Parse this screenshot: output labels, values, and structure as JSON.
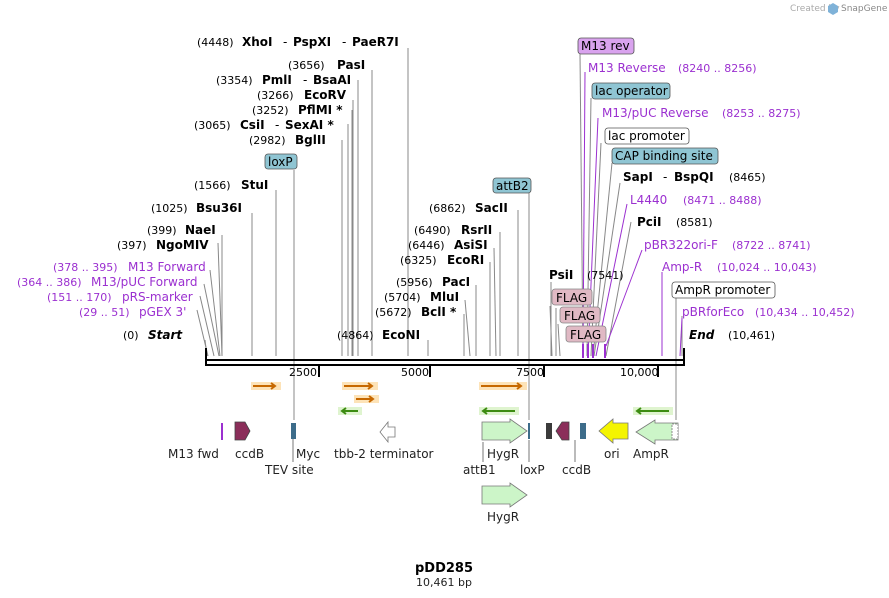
{
  "credit": {
    "created_by": "Created by",
    "brand": "SnapGene"
  },
  "plasmid": {
    "name": "pDD285",
    "length": "10,461 bp"
  },
  "axis": {
    "ticks": [
      "2500",
      "5000",
      "7500",
      "10,000"
    ]
  },
  "site_labels": {
    "xho": {
      "pos": "(4448)",
      "name1": "XhoI",
      "sep1": "-",
      "name2": "PspXI",
      "sep2": "-",
      "name3": "PaeR7I"
    },
    "pas": {
      "pos": "(3656)",
      "name": "PasI"
    },
    "pml": {
      "pos": "(3354)",
      "name1": "PmlI",
      "sep": "-",
      "name2": "BsaAI"
    },
    "ecorv": {
      "pos": "(3266)",
      "name": "EcoRV"
    },
    "pflmi": {
      "pos": "(3252)",
      "name": "PflMI *"
    },
    "csi": {
      "pos": "(3065)",
      "name1": "CsiI",
      "sep": "-",
      "name2": "SexAI *"
    },
    "bgl": {
      "pos": "(2982)",
      "name": "BglII"
    },
    "stu": {
      "pos": "(1566)",
      "name": "StuI"
    },
    "bsu": {
      "pos": "(1025)",
      "name": "Bsu36I"
    },
    "nae": {
      "pos": "(399)",
      "name": "NaeI"
    },
    "ngo": {
      "pos": "(397)",
      "name": "NgoMIV"
    },
    "m13fwd": {
      "range": "(378 .. 395)",
      "name": "M13 Forward"
    },
    "m13puc": {
      "range": "(364 .. 386)",
      "name": "M13/pUC Forward"
    },
    "prs": {
      "range": "(151 .. 170)",
      "name": "pRS-marker"
    },
    "pgex": {
      "range": "(29 .. 51)",
      "name": "pGEX 3'"
    },
    "start": {
      "pos": "(0)",
      "name": "Start"
    },
    "econi": {
      "pos": "(4864)",
      "name": "EcoNI"
    },
    "sac": {
      "pos": "(6862)",
      "name": "SacII"
    },
    "rsr": {
      "pos": "(6490)",
      "name": "RsrII"
    },
    "asi": {
      "pos": "(6446)",
      "name": "AsiSI"
    },
    "ecori": {
      "pos": "(6325)",
      "name": "EcoRI"
    },
    "pac": {
      "pos": "(5956)",
      "name": "PacI"
    },
    "mlu": {
      "pos": "(5704)",
      "name": "MluI"
    },
    "bcl": {
      "pos": "(5672)",
      "name": "BclI *"
    },
    "psi": {
      "name": "PsiI",
      "pos": "(7541)"
    },
    "m13rev_box": {
      "name": "M13 rev"
    },
    "m13reverse": {
      "name": "M13 Reverse",
      "range": "(8240 .. 8256)"
    },
    "lacop": {
      "name": "lac operator"
    },
    "m13pucrev": {
      "name": "M13/pUC Reverse",
      "range": "(8253 .. 8275)"
    },
    "lacprom": {
      "name": "lac promoter"
    },
    "cap": {
      "name": "CAP binding site"
    },
    "sapi": {
      "name1": "SapI",
      "sep": "-",
      "name2": "BspQI",
      "pos": "(8465)"
    },
    "l4440": {
      "name": "L4440",
      "range": "(8471 .. 8488)"
    },
    "pcii": {
      "name": "PciI",
      "pos": "(8581)"
    },
    "pbr322": {
      "name": "pBR322ori-F",
      "range": "(8722 .. 8741)"
    },
    "ampr": {
      "name": "Amp-R",
      "range": "(10,024 .. 10,043)"
    },
    "amprprom": {
      "name": "AmpR promoter"
    },
    "pbrfor": {
      "name": "pBRforEco",
      "range": "(10,434 .. 10,452)"
    },
    "end": {
      "name": "End",
      "pos": "(10,461)"
    },
    "loxp_box": {
      "name": "loxP"
    },
    "attb2_box": {
      "name": "attB2"
    },
    "flag1": {
      "name": "FLAG"
    },
    "flag2": {
      "name": "FLAG"
    },
    "flag3": {
      "name": "FLAG"
    }
  },
  "features": {
    "m13fwd": "M13 fwd",
    "ccdb1": "ccdB",
    "tev": "TEV site",
    "myc": "Myc",
    "tbb2": "tbb-2 terminator",
    "attb1": "attB1",
    "hygr1": "HygR",
    "loxp": "loxP",
    "ccdb2": "ccdB",
    "ori": "ori",
    "ampr": "AmpR",
    "hygr2": "HygR"
  },
  "colors": {
    "primer_purple": "#9b30d0",
    "box_blue": "#8fc5d3",
    "box_pink": "#e0b9c4",
    "box_violet": "#d9a3ee",
    "ccdb": "#8b2e5a",
    "hygr": "#ccf5c8",
    "ori": "#f4f400",
    "ampr_fill": "#ccf5c8",
    "orange_arrow": "#f3a030",
    "green_arrow": "#53a818"
  }
}
